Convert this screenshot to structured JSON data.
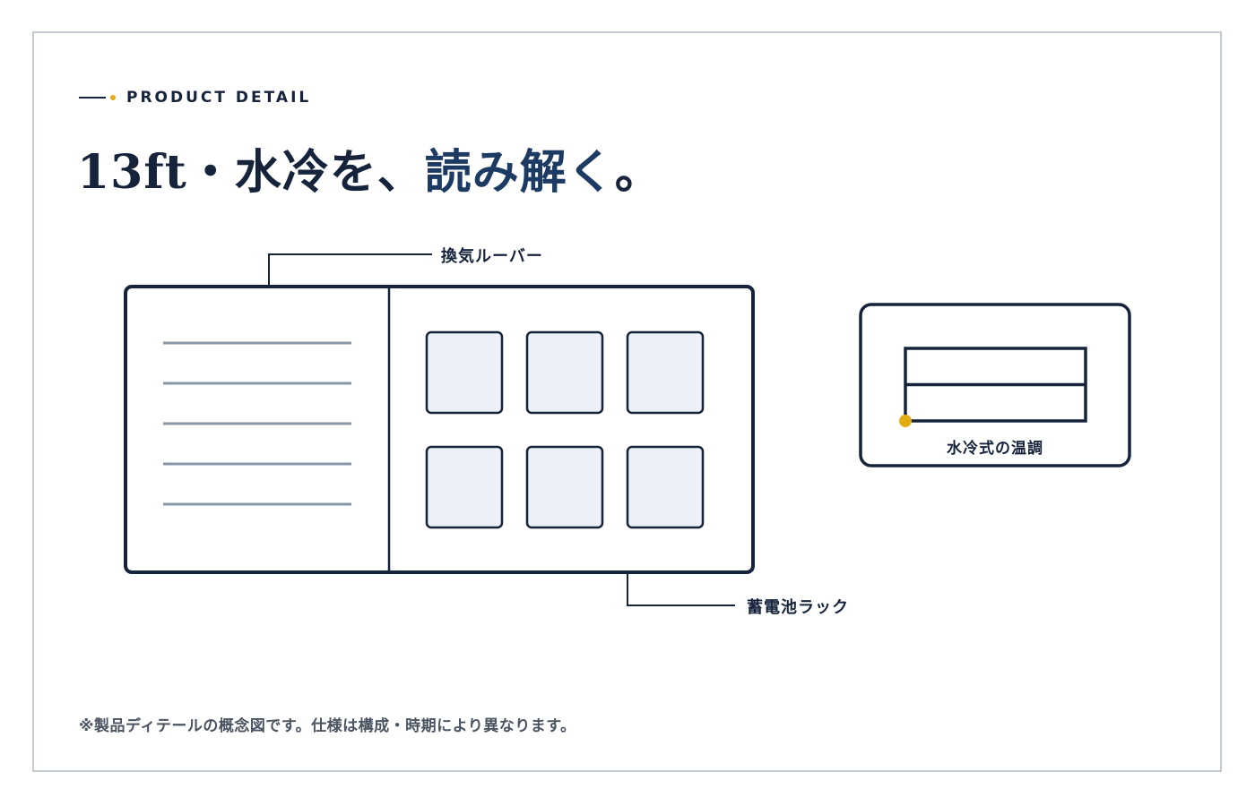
{
  "eyebrow": {
    "label": "PRODUCT DETAIL"
  },
  "heading": {
    "part_dark": "13ft・水冷を、",
    "part_accent": "読み解く",
    "part_end": "。"
  },
  "diagram": {
    "callouts": {
      "louver": "換気ルーバー",
      "battery_rack": "蓄電池ラック",
      "water_cooling": "水冷式の温調"
    },
    "louver_slat_count": 5,
    "battery_module_count": 6
  },
  "footnote": {
    "text": "※製品ディテールの概念図です。仕様は構成・時期により異なります。"
  },
  "colors": {
    "ink": "#15233b",
    "accent_navy": "#1d3a63",
    "accent_gold": "#e5ab13",
    "slat_gray": "#8897a6",
    "module_fill": "#edf0f8",
    "frame_border": "#c4cbd2",
    "footnote_gray": "#4a5461"
  }
}
